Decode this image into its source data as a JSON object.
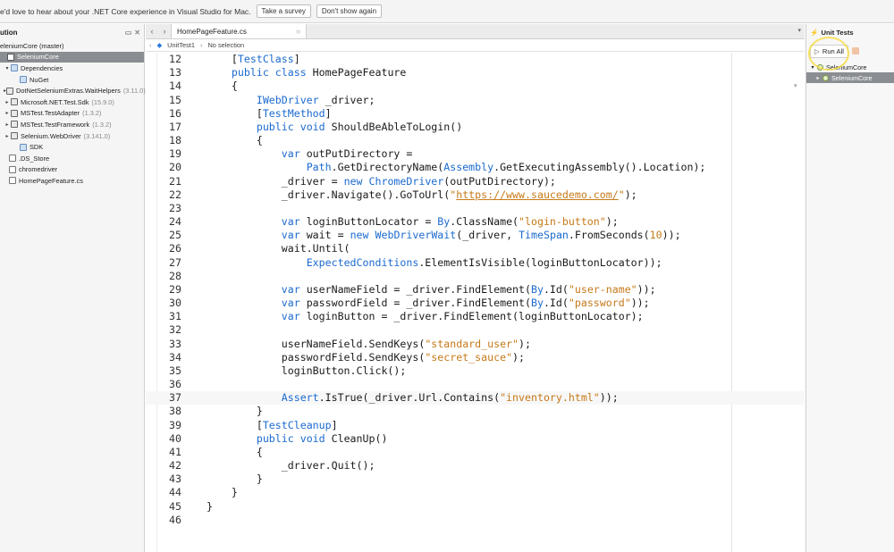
{
  "infobar": {
    "message": "e'd love to hear about your .NET Core experience in Visual Studio for Mac.",
    "survey_button": "Take a survey",
    "dismiss_button": "Don't show again"
  },
  "solution": {
    "title": "ution",
    "root": "eleniumCore (master)",
    "items": [
      {
        "label": "SeleniumCore",
        "version": "",
        "kind": "project",
        "selected": true
      },
      {
        "label": "Dependencies",
        "version": "",
        "kind": "folder"
      },
      {
        "label": "NuGet",
        "version": "",
        "kind": "folder"
      },
      {
        "label": "DotNetSeleniumExtras.WaitHelpers",
        "version": "(3.11.0)",
        "kind": "pkg"
      },
      {
        "label": "Microsoft.NET.Test.Sdk",
        "version": "(15.9.0)",
        "kind": "pkg"
      },
      {
        "label": "MSTest.TestAdapter",
        "version": "(1.3.2)",
        "kind": "pkg"
      },
      {
        "label": "MSTest.TestFramework",
        "version": "(1.3.2)",
        "kind": "pkg"
      },
      {
        "label": "Selenium.WebDriver",
        "version": "(3.141.0)",
        "kind": "pkg"
      },
      {
        "label": "SDK",
        "version": "",
        "kind": "folder"
      },
      {
        "label": ".DS_Store",
        "version": "",
        "kind": "file"
      },
      {
        "label": "chromedriver",
        "version": "",
        "kind": "file"
      },
      {
        "label": "HomePageFeature.cs",
        "version": "",
        "kind": "file"
      }
    ]
  },
  "editor": {
    "tab_label": "HomePageFeature.cs",
    "path_class": "UnitTest1",
    "path_member": "No selection",
    "lines": [
      {
        "n": "12",
        "t": "    [TestClass]"
      },
      {
        "n": "13",
        "t": "    public class HomePageFeature"
      },
      {
        "n": "14",
        "t": "    {"
      },
      {
        "n": "15",
        "t": "        IWebDriver _driver;"
      },
      {
        "n": "16",
        "t": "        [TestMethod]"
      },
      {
        "n": "17",
        "t": "        public void ShouldBeAbleToLogin()"
      },
      {
        "n": "18",
        "t": "        {"
      },
      {
        "n": "19",
        "t": "            var outPutDirectory ="
      },
      {
        "n": "20",
        "t": "                Path.GetDirectoryName(Assembly.GetExecutingAssembly().Location);"
      },
      {
        "n": "21",
        "t": "            _driver = new ChromeDriver(outPutDirectory);"
      },
      {
        "n": "22",
        "t": "            _driver.Navigate().GoToUrl(\"https://www.saucedemo.com/\");"
      },
      {
        "n": "23",
        "t": ""
      },
      {
        "n": "24",
        "t": "            var loginButtonLocator = By.ClassName(\"login-button\");"
      },
      {
        "n": "25",
        "t": "            var wait = new WebDriverWait(_driver, TimeSpan.FromSeconds(10));"
      },
      {
        "n": "26",
        "t": "            wait.Until("
      },
      {
        "n": "27",
        "t": "                ExpectedConditions.ElementIsVisible(loginButtonLocator));"
      },
      {
        "n": "28",
        "t": ""
      },
      {
        "n": "29",
        "t": "            var userNameField = _driver.FindElement(By.Id(\"user-name\"));"
      },
      {
        "n": "30",
        "t": "            var passwordField = _driver.FindElement(By.Id(\"password\"));"
      },
      {
        "n": "31",
        "t": "            var loginButton = _driver.FindElement(loginButtonLocator);"
      },
      {
        "n": "32",
        "t": ""
      },
      {
        "n": "33",
        "t": "            userNameField.SendKeys(\"standard_user\");"
      },
      {
        "n": "34",
        "t": "            passwordField.SendKeys(\"secret_sauce\");"
      },
      {
        "n": "35",
        "t": "            loginButton.Click();"
      },
      {
        "n": "36",
        "t": ""
      },
      {
        "n": "37",
        "t": "            Assert.IsTrue(_driver.Url.Contains(\"inventory.html\"));"
      },
      {
        "n": "38",
        "t": "        }"
      },
      {
        "n": "39",
        "t": "        [TestCleanup]"
      },
      {
        "n": "40",
        "t": "        public void CleanUp()"
      },
      {
        "n": "41",
        "t": "        {"
      },
      {
        "n": "42",
        "t": "            _driver.Quit();"
      },
      {
        "n": "43",
        "t": "        }"
      },
      {
        "n": "44",
        "t": "    }"
      },
      {
        "n": "45",
        "t": "}"
      },
      {
        "n": "46",
        "t": ""
      }
    ]
  },
  "unit_tests": {
    "title": "Unit Tests",
    "run_all": "Run All",
    "items": [
      {
        "label": "SeleniumCore",
        "selected": false
      },
      {
        "label": "SeleniumCore",
        "selected": true
      }
    ]
  },
  "colors": {
    "keyword": "#1b6acf",
    "string": "#c67a1a",
    "selection": "#8a8d91"
  }
}
